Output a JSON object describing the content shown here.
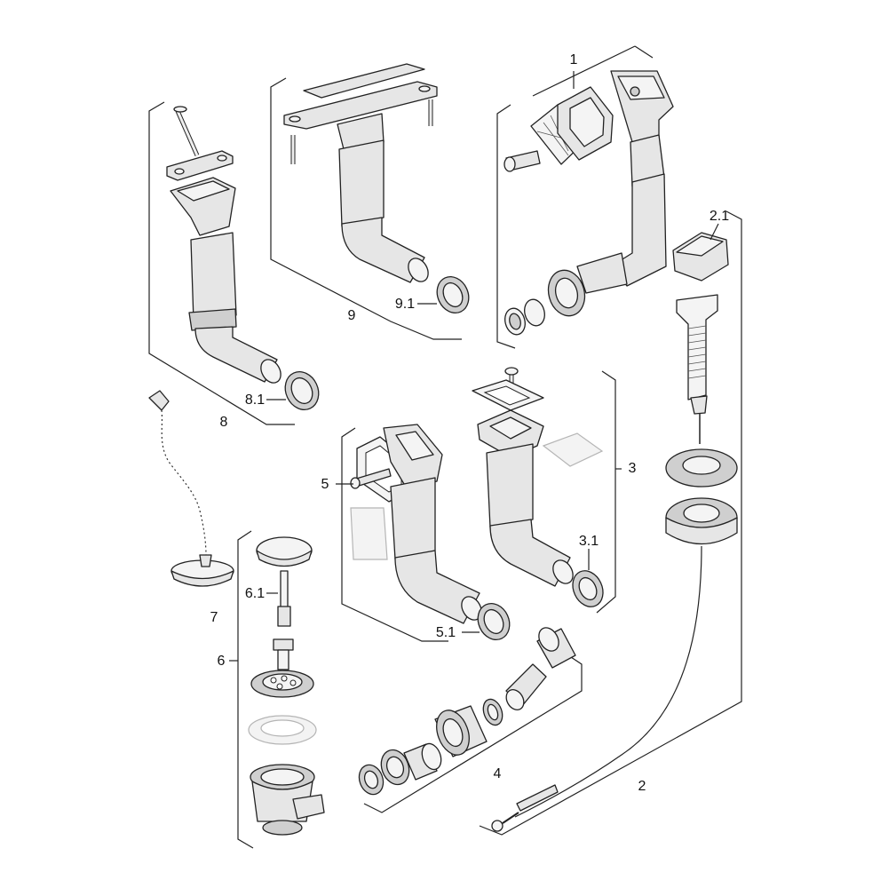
{
  "diagram": {
    "labels": {
      "l1": "1",
      "l2": "2",
      "l2_1": "2.1",
      "l3": "3",
      "l3_1": "3.1",
      "l4": "4",
      "l5": "5",
      "l5_1": "5.1",
      "l6": "6",
      "l6_1": "6.1",
      "l7": "7",
      "l8": "8",
      "l8_1": "8.1",
      "l9": "9",
      "l9_1": "9.1"
    }
  }
}
